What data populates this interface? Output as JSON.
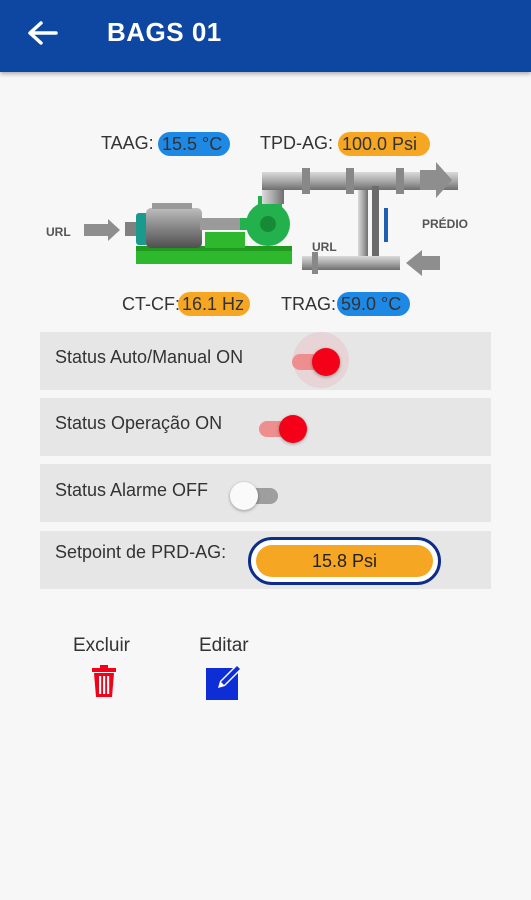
{
  "appbar": {
    "title": "BAGS 01",
    "back_icon": "arrow-left-icon"
  },
  "diagram": {
    "labels": {
      "url_in": "URL",
      "url_return": "URL",
      "building": "PRÉDIO"
    },
    "readings": {
      "taag": {
        "label": "TAAG:",
        "value": "15.5 °C",
        "color": "#1e88e5"
      },
      "tpd_ag": {
        "label": "TPD-AG:",
        "value": "100.0 Psi",
        "color": "#f5a623"
      },
      "ct_cf": {
        "label": "CT-CF:",
        "value": "16.1 Hz",
        "color": "#f5a623"
      },
      "trag": {
        "label": "TRAG:",
        "value": "59.0 °C",
        "color": "#1e88e5"
      }
    }
  },
  "status": {
    "auto_manual": {
      "label": "Status Auto/Manual ON",
      "on": true
    },
    "operacao": {
      "label": "Status Operação ON",
      "on": true
    },
    "alarme": {
      "label": "Status Alarme OFF",
      "on": false
    }
  },
  "setpoint": {
    "label": "Setpoint de PRD-AG:",
    "value": "15.8 Psi"
  },
  "actions": {
    "delete": {
      "label": "Excluir",
      "icon": "trash-icon",
      "color": "#f40018"
    },
    "edit": {
      "label": "Editar",
      "icon": "edit-icon",
      "color": "#0d2dd6"
    }
  }
}
